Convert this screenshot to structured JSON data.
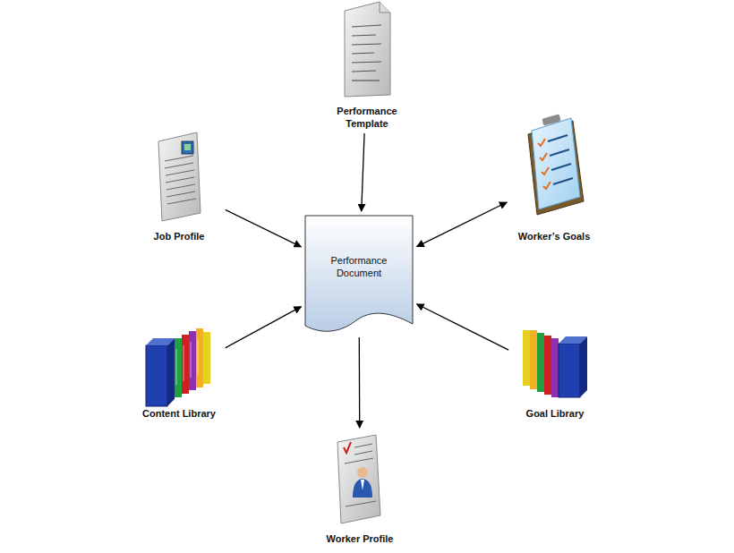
{
  "diagram": {
    "nodes": [
      {
        "text": [
          "Performance Template"
        ]
      },
      {
        "text": [
          "Job Profile"
        ]
      },
      {
        "text": [
          "Performance Document"
        ]
      },
      {
        "text": [
          "Worker’s Goals"
        ]
      },
      {
        "text": [
          "Content Library"
        ]
      },
      {
        "text": [
          "Goal Library"
        ]
      },
      {
        "text": [
          "Worker Profile"
        ]
      }
    ],
    "edges": [
      {
        "from": 0,
        "to": 2,
        "arrow": "to"
      },
      {
        "from": 1,
        "to": 2,
        "arrow": "to"
      },
      {
        "from": 3,
        "to": 2,
        "arrow": "both"
      },
      {
        "from": 4,
        "to": 2,
        "arrow": "to"
      },
      {
        "from": 5,
        "to": 2,
        "arrow": "to"
      },
      {
        "from": 2,
        "to": 6,
        "arrow": "to"
      }
    ]
  }
}
